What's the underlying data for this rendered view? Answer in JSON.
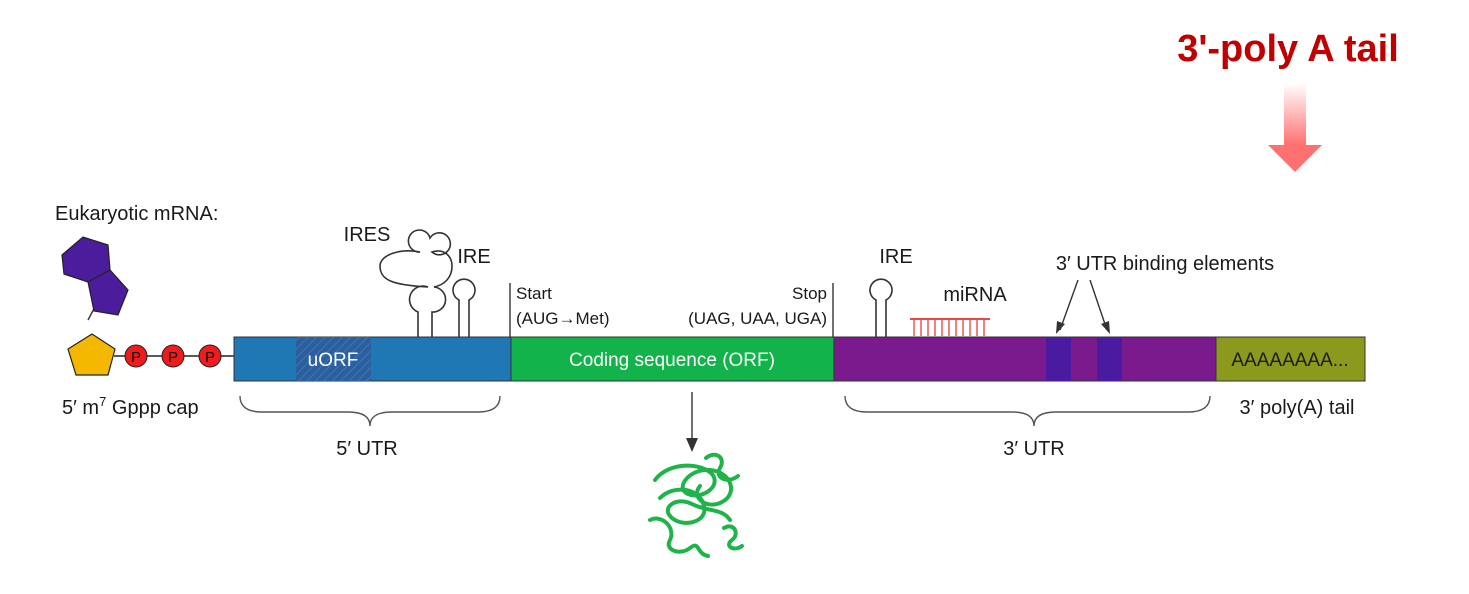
{
  "headline": {
    "text": "3'-poly A tail",
    "color": "#c00000",
    "arrow_color": "#ff7070"
  },
  "diagram_title": "Eukaryotic mRNA:",
  "cap": {
    "label_prefix": "5′ m",
    "label_sup": "7",
    "label_suffix": " Gppp cap",
    "phosphate_letter": "P",
    "phosphate_color": "#ee1c1c",
    "guanine_color": "#4b1d9c",
    "ribose_color": "#f5b800"
  },
  "segments": {
    "utr5": {
      "color": "#1f78b4",
      "region_label": "5′ UTR"
    },
    "uorf": {
      "label": "uORF",
      "color": "#2c5f9e"
    },
    "cds": {
      "label": "Coding sequence (ORF)",
      "color": "#12b34a"
    },
    "utr3": {
      "color": "#7a1a8c",
      "region_label": "3′ UTR"
    },
    "binding_box_color": "#4a1aa0",
    "polya": {
      "label": "AAAAAAAA...",
      "color": "#8b9a1c",
      "tail_label": "3′ poly(A) tail"
    }
  },
  "features": {
    "ires": "IRES",
    "ire_5": "IRE",
    "ire_3": "IRE",
    "mirna": "miRNA",
    "mirna_color": "#e64b4b",
    "binding_elements": "3′ UTR binding elements"
  },
  "start": {
    "line1": "Start",
    "line2": "(AUG→Met)"
  },
  "stop": {
    "line1": "Stop",
    "line2": "(UAG, UAA, UGA)"
  },
  "protein": {
    "color": "#1fb34a"
  }
}
